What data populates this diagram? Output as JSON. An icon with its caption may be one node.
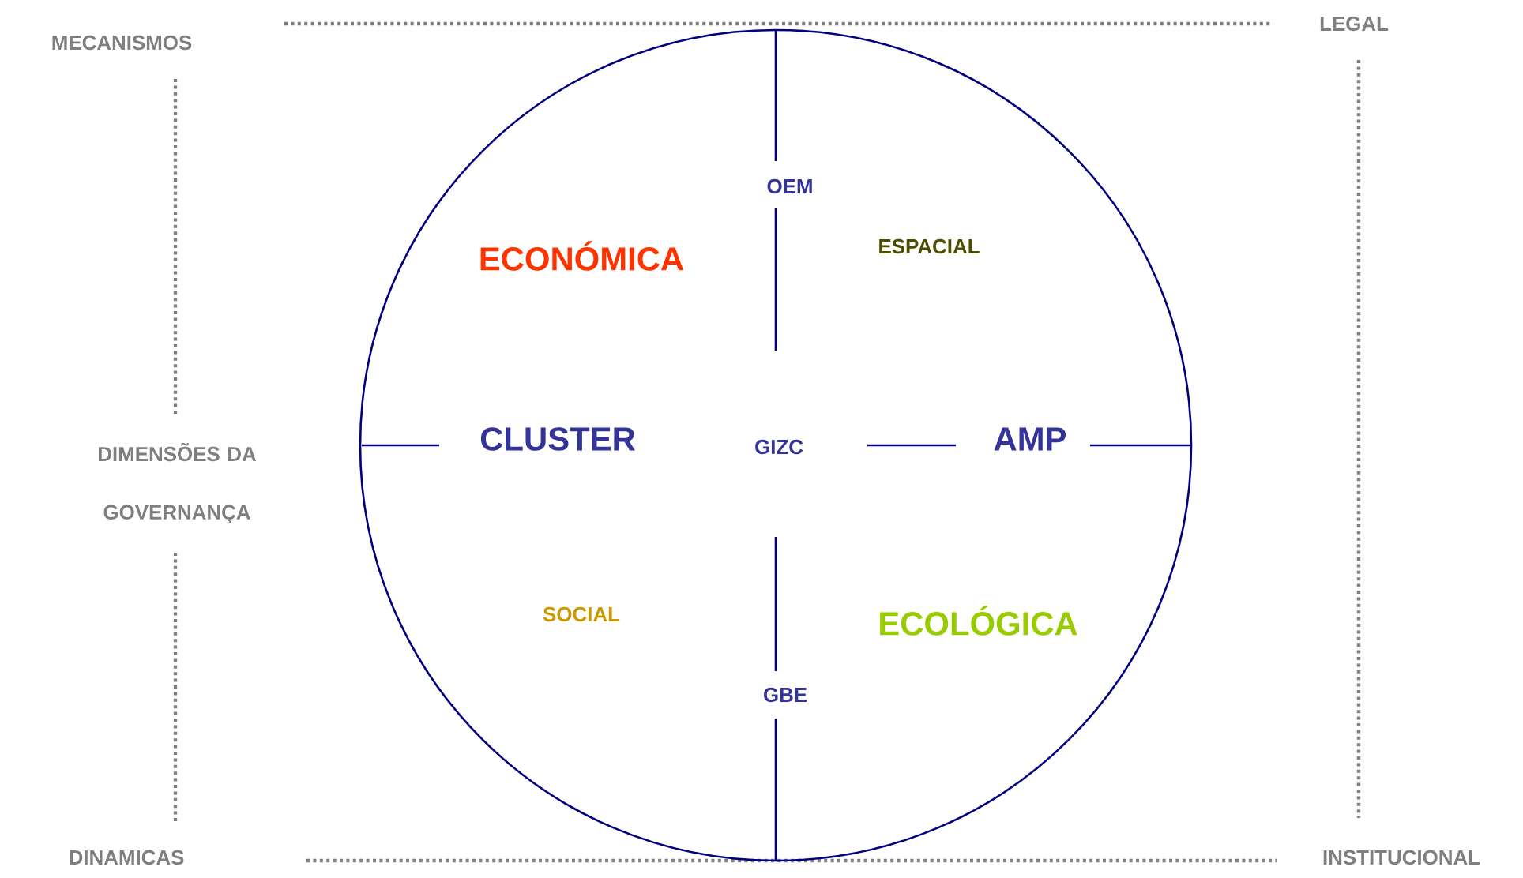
{
  "diagram": {
    "nodes": [
      {
        "text": [],
        "shape": "circle"
      }
    ],
    "labels": [
      "MECANISMOS",
      "LEGAL",
      "OEM",
      "ECONÓMICA",
      "ESPACIAL",
      "DIMENSÕES DA GOVERNANÇA",
      "CLUSTER",
      "GIZC",
      "AMP",
      "SOCIAL",
      "ECOLÓGICA",
      "GBE",
      "DINAMICAS",
      "INSTITUCIONAL"
    ]
  }
}
